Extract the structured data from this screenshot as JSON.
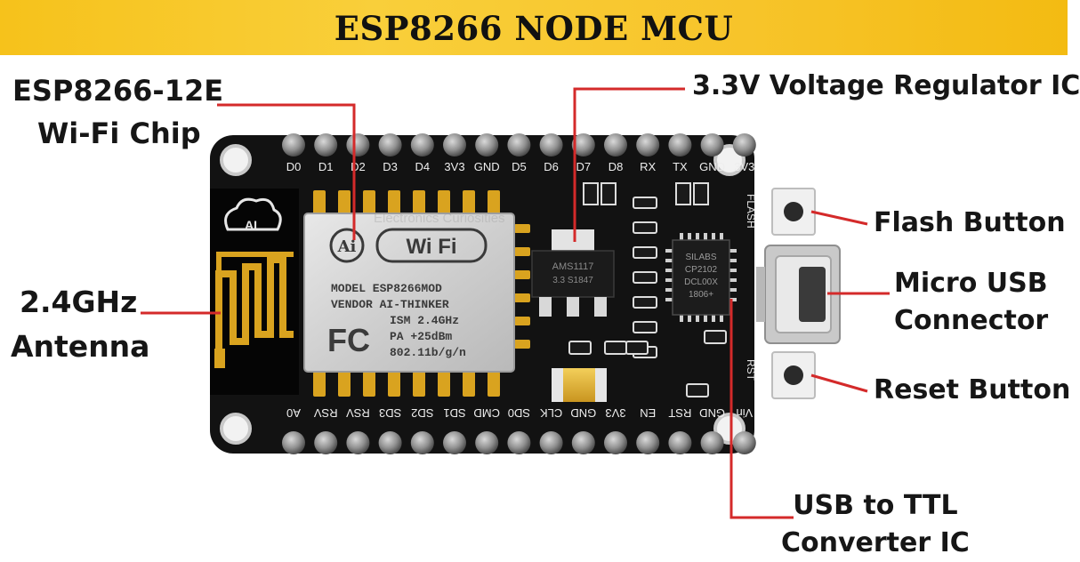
{
  "banner": {
    "title": "ESP8266 NODE MCU",
    "color": "#f6c21b"
  },
  "board": {
    "top_pins": [
      "D0",
      "D1",
      "D2",
      "D3",
      "D4",
      "3V3",
      "GND",
      "D5",
      "D6",
      "D7",
      "D8",
      "RX",
      "TX",
      "GND",
      "3V3"
    ],
    "bottom_pins": [
      "A0",
      "RSV",
      "RSV",
      "SD3",
      "SD2",
      "SD1",
      "CMD",
      "SD0",
      "CLK",
      "GND",
      "3V3",
      "EN",
      "RST",
      "GND",
      "Vin"
    ],
    "side_labels": {
      "flash": "FLASH",
      "reset": "RST"
    },
    "antenna_logo": "AI",
    "module": {
      "logo_ai": "Ai",
      "logo_wifi": "Wi Fi",
      "lines": [
        "MODEL    ESP8266MOD",
        "VENDOR  AI-THINKER",
        "ISM 2.4GHz",
        "PA   +25dBm",
        "802.11b/g/n"
      ],
      "fc": "FC"
    },
    "regulator_text": [
      "AMS1117",
      "3.3 S1847"
    ],
    "usb_chip_text": [
      "SILABS",
      "CP2102",
      "DCL00X",
      "1806+"
    ],
    "watermark": "Electronics Curiosities"
  },
  "callouts": {
    "chip": {
      "lines": [
        "ESP8266-12E",
        "Wi-Fi Chip"
      ]
    },
    "regulator": {
      "lines": [
        "3.3V Voltage Regulator IC"
      ]
    },
    "flash": {
      "lines": [
        "Flash Button"
      ]
    },
    "usb": {
      "lines": [
        "Micro USB",
        "Connector"
      ]
    },
    "antenna": {
      "lines": [
        "2.4GHz",
        "Antenna"
      ]
    },
    "reset": {
      "lines": [
        "Reset Button"
      ]
    },
    "usb_ttl": {
      "lines": [
        "USB to TTL",
        "Converter IC"
      ]
    }
  },
  "colors": {
    "leader": "#d42a2a",
    "pcb": "#121212",
    "header": "#8a8a8a",
    "gold": "#d9a31f"
  }
}
